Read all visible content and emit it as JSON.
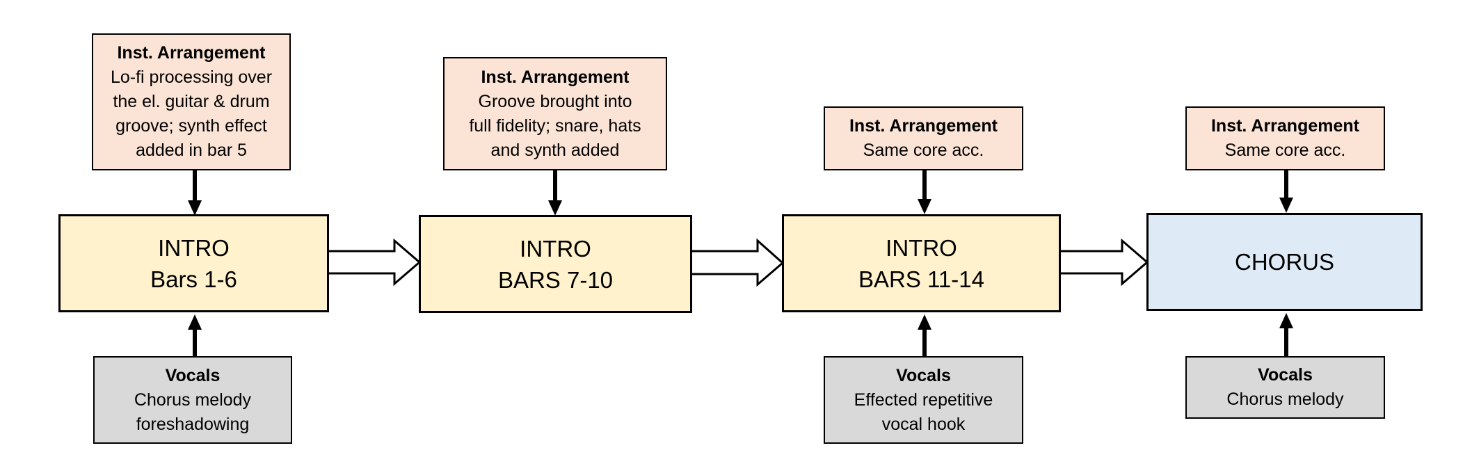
{
  "diagram": {
    "sections": [
      {
        "line1": "INTRO",
        "line2": "Bars 1-6"
      },
      {
        "line1": "INTRO",
        "line2": "BARS 7-10"
      },
      {
        "line1": "INTRO",
        "line2": "BARS 11-14"
      },
      {
        "line1": "CHORUS"
      }
    ],
    "inst_notes": [
      {
        "heading": "Inst. Arrangement",
        "lines": [
          "Lo-fi processing over",
          "the el. guitar & drum",
          "groove; synth effect",
          "added in bar 5"
        ]
      },
      {
        "heading": "Inst. Arrangement",
        "lines": [
          "Groove brought into",
          "full fidelity; snare, hats",
          "and synth added"
        ]
      },
      {
        "heading": "Inst. Arrangement",
        "lines": [
          "Same core acc."
        ]
      },
      {
        "heading": "Inst. Arrangement",
        "lines": [
          "Same core acc."
        ]
      }
    ],
    "vocal_notes": [
      {
        "heading": "Vocals",
        "lines": [
          "Chorus melody",
          "foreshadowing"
        ]
      },
      {
        "heading": "Vocals",
        "lines": [
          "Effected repetitive",
          "vocal hook"
        ]
      },
      {
        "heading": "Vocals",
        "lines": [
          "Chorus melody"
        ]
      }
    ],
    "colors": {
      "section_fill": "#fff2cc",
      "chorus_fill": "#deebf7",
      "inst_fill": "#fbe4d6",
      "vocal_fill": "#d9d9d9"
    }
  }
}
